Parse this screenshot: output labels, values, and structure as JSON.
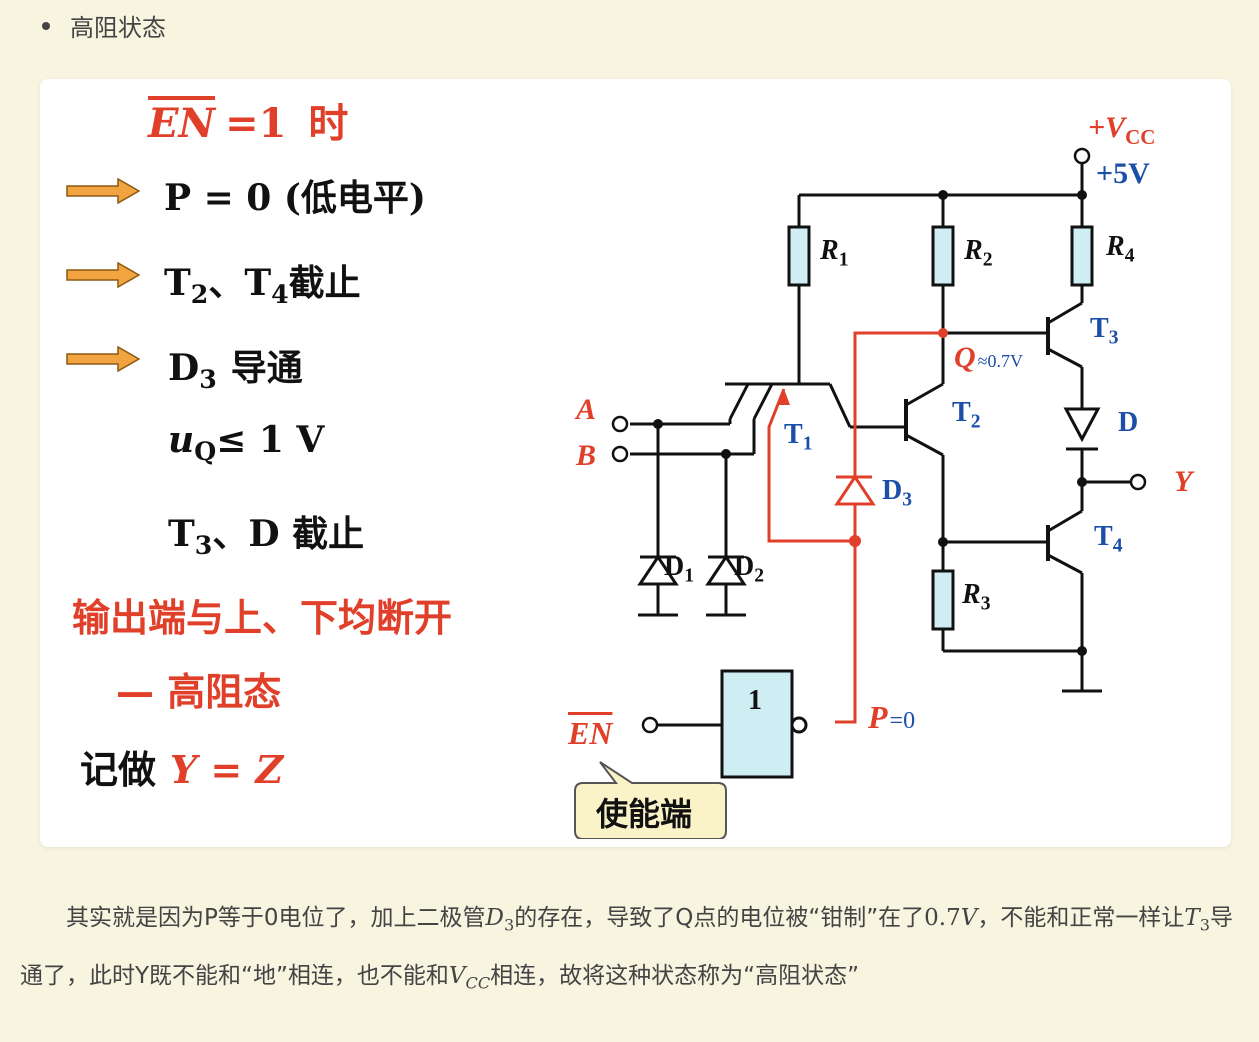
{
  "bullet": "高阻状态",
  "left": {
    "en": "EN",
    "eq1": "=1",
    "shi": "时",
    "line1": "P = 0 (低电平)",
    "line2_a": "T",
    "line2_b": "、T",
    "line2_c": "截止",
    "line3_a": "D",
    "line3_b": "导通",
    "line4_a": "u",
    "line4_b": "≤ 1 V",
    "line5_a": "T",
    "line5_b": "、D 截止",
    "line6": "输出端与上、下均断开",
    "line7": "— 高阻态",
    "line8_a": "记做",
    "line8_b": "Y = Z",
    "sub2": "2",
    "sub4": "4",
    "sub3": "3",
    "subQ": "Q"
  },
  "circuit": {
    "vcc": "+V",
    "vcc_sub": "CC",
    "v5": "+5V",
    "r1": "R",
    "r1s": "1",
    "r2": "R",
    "r2s": "2",
    "r4": "R",
    "r4s": "4",
    "r3": "R",
    "r3s": "3",
    "t3": "T",
    "t3s": "3",
    "t2": "T",
    "t2s": "2",
    "t1": "T",
    "t1s": "1",
    "t4": "T",
    "t4s": "4",
    "d": "D",
    "d3": "D",
    "d3s": "3",
    "d1": "D",
    "d1s": "1",
    "d2": "D",
    "d2s": "2",
    "q": "Q",
    "q_note": "≈0.7V",
    "a": "A",
    "b": "B",
    "y": "Y",
    "en": "EN",
    "gate": "1",
    "p": "P",
    "p_note": "=0",
    "callout": "使能端"
  },
  "colors": {
    "red": "#e0402a",
    "blue": "#1c4fa8",
    "wire": "#111111",
    "resistor_fill": "#cfeef4",
    "orange": "#f2a440",
    "callout_bg": "#fbf3c8"
  },
  "paragraph": {
    "t1": "其实就是因为P等于0电位了，加上二极管",
    "m1": "D",
    "m1s": "3",
    "t2": "的存在，导致了Q点的电位被“钳制”在了",
    "m2": "0.7",
    "m2u": "V",
    "t3": "，不能和正常一样让",
    "m3": "T",
    "m3s": "3",
    "t4": "导通了，此时Y既不能和“地”相连，也不能和",
    "m4": "V",
    "m4s": "CC",
    "t5": "相连，故将这种状态称为“高阻状态”"
  }
}
